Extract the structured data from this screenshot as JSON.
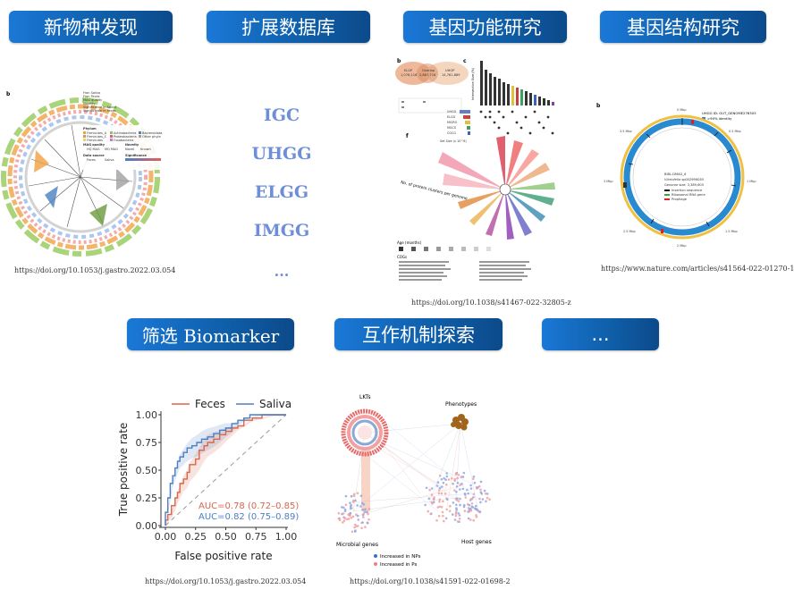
{
  "top_buttons": [
    {
      "label": "新物种发现"
    },
    {
      "label": "扩展数据库"
    },
    {
      "label": "基因功能研究"
    },
    {
      "label": "基因结构研究"
    }
  ],
  "bottom_buttons": [
    {
      "label": "筛选 Biomarker"
    },
    {
      "label": "互作机制探索"
    },
    {
      "label": "..."
    }
  ],
  "databases": [
    "IGC",
    "UHGG",
    "ELGG",
    "IMGG",
    "..."
  ],
  "sources": {
    "tree": "https://doi.org/10.1053/j.gastro.2022.03.054",
    "function": "https://doi.org/10.1038/s41467-022-32805-z",
    "structure": "https://www.nature.com/articles/s41564-022-01270-1",
    "roc": "https://doi.org/10.1053/j.gastro.2022.03.054",
    "network": "https://doi.org/10.1038/s41591-022-01698-2"
  },
  "tree_panel": {
    "panel_letter": "b",
    "legend_lines": [
      "Fron Saliva",
      "Fron Feces",
      "MAG quality",
      "Novelty",
      "Significance in Saliva",
      "Significance in Feces"
    ],
    "phylum_title": "Phylum",
    "phyla": [
      "Firmicutes_A",
      "Firmicutes_C",
      "Firmicutes",
      "Actinobacteria",
      "Proteobacteria",
      "Fusobacteria",
      "Bacteroidota",
      "Other phyla"
    ],
    "mag_quality_title": "MAG quality",
    "mag_quality": [
      "HQ MAG",
      "MQ MAG"
    ],
    "novelty_title": "Novelty",
    "novelty": [
      "Novel",
      "Known"
    ],
    "data_source_title": "Data source",
    "data_source": [
      "Feces",
      "Saliva"
    ],
    "significance_title": "Significance"
  },
  "function_panel": {
    "venn_letter": "b",
    "venn": [
      {
        "name": "ELGP",
        "value": "1,076,116"
      },
      {
        "name": "Overlap",
        "value": "2,887,716"
      },
      {
        "name": "UHGP",
        "value": "14,781,889"
      }
    ],
    "upset_letter": "c",
    "upset_ylabel": "Intersection Size (%)",
    "upset_sets": [
      "UHGG",
      "ELGG",
      "MICRO",
      "MGCS",
      "CGCG"
    ],
    "upset_xlabel": "Set Size (x 10^6)",
    "radial_letter": "f",
    "radial_label": "No. of protein clusters per genome",
    "age_title": "Age (months)",
    "cog_title": "COGs"
  },
  "structure_panel": {
    "panel_letter": "b",
    "title": "UHGG ID: GUT_GENOME276303",
    "identity": ">90% identity",
    "genome_name": "BIBL-DMAG_6",
    "species": "Vibriofella sp002998050",
    "genome_size": "Genome size: 3,389,603",
    "legend": [
      "Insertion sequence",
      "Ribosomal RNA gene",
      "Prophage"
    ],
    "ticks": [
      "0 Mbp",
      "0.5 Mbp",
      "1 Mbp",
      "1.5 Mbp",
      "2 Mbp",
      "2.5 Mbp",
      "3 Mbp",
      "3.5 Mbp"
    ]
  },
  "network_panel": {
    "lkts_label": "LKTs",
    "phenotypes_label": "Phenotypes",
    "microbial_label": "Microbial genes",
    "host_label": "Host genes",
    "legend": [
      {
        "label": "Increased in NPs",
        "color": "#3a6fc4"
      },
      {
        "label": "Increased in Ps",
        "color": "#f08080"
      }
    ]
  },
  "colors": {
    "button_start": "#1a78d6",
    "button_end": "#0c4a8a",
    "db_text": "#6f8ed9",
    "feces": "#d9664d",
    "saliva": "#4d7fc4"
  },
  "chart_data": {
    "type": "line",
    "xlabel": "False positive rate",
    "ylabel": "True positive rate",
    "xlim": [
      0,
      1
    ],
    "ylim": [
      0,
      1
    ],
    "xticks": [
      "0.00",
      "0.25",
      "0.50",
      "0.75",
      "1.00"
    ],
    "yticks": [
      "0.00",
      "0.25",
      "0.50",
      "0.75",
      "1.00"
    ],
    "legend_position": "top",
    "series": [
      {
        "name": "Feces",
        "color": "#d9664d",
        "x": [
          0,
          0.02,
          0.05,
          0.08,
          0.1,
          0.12,
          0.15,
          0.18,
          0.2,
          0.25,
          0.28,
          0.32,
          0.35,
          0.4,
          0.45,
          0.5,
          0.55,
          0.6,
          0.65,
          0.72,
          0.8,
          0.9,
          1.0
        ],
        "y": [
          0,
          0.05,
          0.1,
          0.18,
          0.25,
          0.3,
          0.38,
          0.42,
          0.48,
          0.55,
          0.6,
          0.68,
          0.72,
          0.75,
          0.78,
          0.82,
          0.85,
          0.88,
          0.9,
          0.95,
          0.97,
          1.0,
          1.0
        ]
      },
      {
        "name": "Saliva",
        "color": "#4d7fc4",
        "x": [
          0,
          0.02,
          0.04,
          0.06,
          0.08,
          0.1,
          0.12,
          0.15,
          0.18,
          0.22,
          0.26,
          0.3,
          0.35,
          0.4,
          0.45,
          0.5,
          0.55,
          0.6,
          0.65,
          0.7,
          0.8,
          0.9,
          1.0
        ],
        "y": [
          0,
          0.12,
          0.25,
          0.38,
          0.45,
          0.52,
          0.58,
          0.62,
          0.66,
          0.7,
          0.72,
          0.75,
          0.78,
          0.8,
          0.83,
          0.86,
          0.88,
          0.92,
          0.95,
          0.97,
          1.0,
          1.0,
          1.0
        ]
      }
    ],
    "annotations": [
      "AUC=0.78 (0.72–0.85)",
      "AUC=0.82 (0.75–0.89)"
    ]
  }
}
